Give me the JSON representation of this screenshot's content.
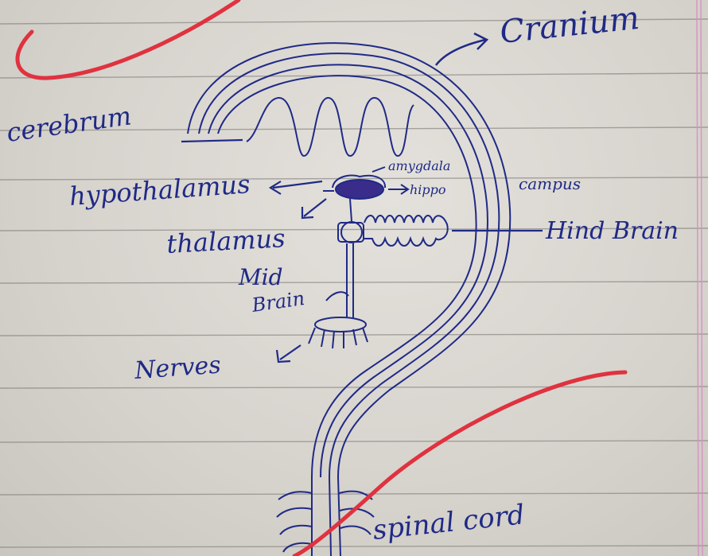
{
  "labels": {
    "cranium": "Cranium",
    "cerebrum": "cerebrum",
    "amygdala": "amygdala",
    "hypothalamus": "hypothalamus",
    "hippo": "hippo",
    "campus": "campus",
    "thalamus": "thalamus",
    "hind_brain": "Hind Brain",
    "mid_brain_1": "Mid",
    "mid_brain_2": "Brain",
    "nerves": "Nerves",
    "spinal_cord": "spinal cord"
  },
  "colors": {
    "ink": "#1f2a86",
    "ink_fill": "#3a2c8a",
    "red_marker": "#e0323f",
    "paper_line": "#8f8c88",
    "margin_line": "#d98fc4"
  }
}
